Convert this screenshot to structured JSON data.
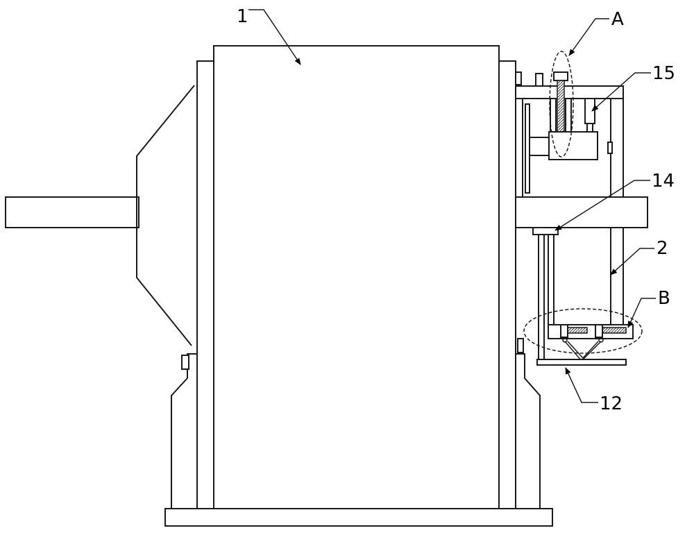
{
  "labels": {
    "part_1": "1",
    "part_a": "A",
    "part_15": "15",
    "part_14": "14",
    "part_2": "2",
    "part_b": "B",
    "part_12": "12"
  }
}
